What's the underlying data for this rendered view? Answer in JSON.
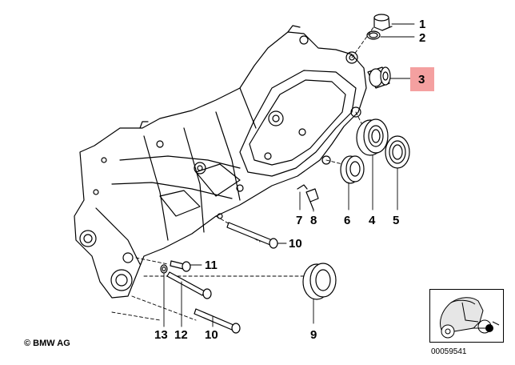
{
  "diagram": {
    "callouts": [
      {
        "id": "1",
        "label": "1"
      },
      {
        "id": "2",
        "label": "2"
      },
      {
        "id": "3",
        "label": "3",
        "highlight": "#f4a0a0"
      },
      {
        "id": "4",
        "label": "4"
      },
      {
        "id": "5",
        "label": "5"
      },
      {
        "id": "6",
        "label": "6"
      },
      {
        "id": "7",
        "label": "7"
      },
      {
        "id": "8",
        "label": "8"
      },
      {
        "id": "9",
        "label": "9"
      },
      {
        "id": "10a",
        "label": "10"
      },
      {
        "id": "10b",
        "label": "10"
      },
      {
        "id": "11",
        "label": "11"
      },
      {
        "id": "12",
        "label": "12"
      },
      {
        "id": "13",
        "label": "13"
      }
    ],
    "copyright": "BMW AG",
    "reference_number": "00059541"
  },
  "colors": {
    "line": "#000000",
    "highlight": "#f4a0a0",
    "part_fill": "#ffffff",
    "shade": "#d9d9d9"
  }
}
